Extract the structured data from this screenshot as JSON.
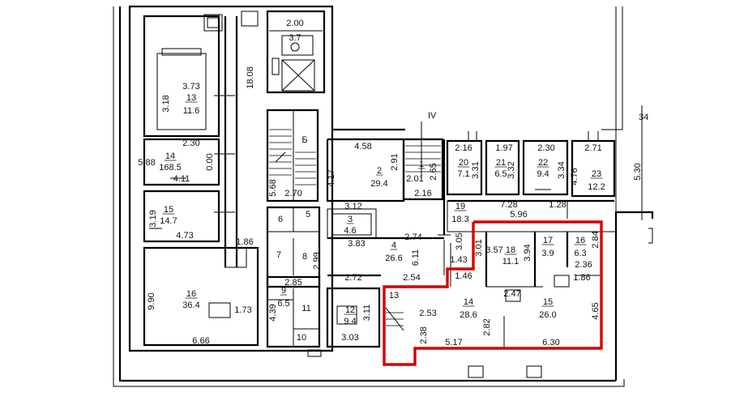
{
  "plan": {
    "axis_label": "34",
    "section_label": "IV",
    "highlight_color": "#d40000",
    "labels": [
      {
        "id": "r14-area-left",
        "t": "168.5"
      },
      {
        "id": "r14-num-left",
        "t": "14"
      },
      {
        "id": "d-588",
        "t": "5.88"
      },
      {
        "id": "d-230a",
        "t": "2.30"
      },
      {
        "id": "d-411",
        "t": "4.11"
      },
      {
        "id": "d-000",
        "t": "0.00"
      },
      {
        "id": "r13-num",
        "t": "13"
      },
      {
        "id": "r13-area",
        "t": "11.6"
      },
      {
        "id": "d-373",
        "t": "3.73"
      },
      {
        "id": "d-318",
        "t": "3.18"
      },
      {
        "id": "d-1808",
        "t": "18.08"
      },
      {
        "id": "d-200",
        "t": "2.00"
      },
      {
        "id": "d-37",
        "t": "3.7"
      },
      {
        "id": "stair-b",
        "t": "Б"
      },
      {
        "id": "d-568",
        "t": "5.68"
      },
      {
        "id": "d-270",
        "t": "2.70"
      },
      {
        "id": "r15-num-left",
        "t": "15"
      },
      {
        "id": "r15-area-left",
        "t": "14.7"
      },
      {
        "id": "d-319",
        "t": "3.19"
      },
      {
        "id": "d-473",
        "t": "4.73"
      },
      {
        "id": "d-186a",
        "t": "1.86"
      },
      {
        "id": "r16-num-left",
        "t": "16"
      },
      {
        "id": "r16-area-left",
        "t": "36.4"
      },
      {
        "id": "d-990",
        "t": "9.90"
      },
      {
        "id": "d-173",
        "t": "1.73"
      },
      {
        "id": "d-666",
        "t": "6.66"
      },
      {
        "id": "r6",
        "t": "6"
      },
      {
        "id": "r5",
        "t": "5"
      },
      {
        "id": "r7",
        "t": "7"
      },
      {
        "id": "r8",
        "t": "8"
      },
      {
        "id": "r3-num",
        "t": "3"
      },
      {
        "id": "r3-area",
        "t": "4.6"
      },
      {
        "id": "d-312",
        "t": "3.12"
      },
      {
        "id": "d-383",
        "t": "3.83"
      },
      {
        "id": "d-299",
        "t": "2.99"
      },
      {
        "id": "d-285",
        "t": "2.85"
      },
      {
        "id": "r9-num",
        "t": "9"
      },
      {
        "id": "r9-area",
        "t": "6.5"
      },
      {
        "id": "d-439",
        "t": "4.39"
      },
      {
        "id": "r11",
        "t": "11"
      },
      {
        "id": "r10",
        "t": "10"
      },
      {
        "id": "d-272",
        "t": "2.72"
      },
      {
        "id": "r12-num",
        "t": "12"
      },
      {
        "id": "r12-area",
        "t": "9.4"
      },
      {
        "id": "d-311",
        "t": "3.11"
      },
      {
        "id": "d-303",
        "t": "3.03"
      },
      {
        "id": "d-458",
        "t": "4.58"
      },
      {
        "id": "d-417",
        "t": "4.17"
      },
      {
        "id": "r2-num",
        "t": "2"
      },
      {
        "id": "r2-area",
        "t": "29.4"
      },
      {
        "id": "d-291",
        "t": "2.91"
      },
      {
        "id": "r1-num",
        "t": "1"
      },
      {
        "id": "d-201",
        "t": "2.01"
      },
      {
        "id": "d-265",
        "t": "2.65"
      },
      {
        "id": "d-216b",
        "t": "2.16"
      },
      {
        "id": "d-274",
        "t": "2.74"
      },
      {
        "id": "r4-num",
        "t": "4"
      },
      {
        "id": "r4-area",
        "t": "26.6"
      },
      {
        "id": "d-611",
        "t": "6.11"
      },
      {
        "id": "d-254",
        "t": "2.54"
      },
      {
        "id": "d-143",
        "t": "1.43"
      },
      {
        "id": "d-216a",
        "t": "2.16"
      },
      {
        "id": "r20-num",
        "t": "20"
      },
      {
        "id": "r20-area",
        "t": "7.1"
      },
      {
        "id": "d-331",
        "t": "3.31"
      },
      {
        "id": "d-197",
        "t": "1.97"
      },
      {
        "id": "r21-num",
        "t": "21"
      },
      {
        "id": "r21-area",
        "t": "6.5"
      },
      {
        "id": "d-332",
        "t": "3.32"
      },
      {
        "id": "d-230b",
        "t": "2.30"
      },
      {
        "id": "r22-num",
        "t": "22"
      },
      {
        "id": "r22-area",
        "t": "9.4"
      },
      {
        "id": "d-334",
        "t": "3.34"
      },
      {
        "id": "d-271",
        "t": "2.71"
      },
      {
        "id": "d-476",
        "t": "4.76"
      },
      {
        "id": "r23-num",
        "t": "23"
      },
      {
        "id": "r23-area",
        "t": "12.2"
      },
      {
        "id": "d-728",
        "t": "7.28"
      },
      {
        "id": "d-128",
        "t": "1.28"
      },
      {
        "id": "r19-num",
        "t": "19"
      },
      {
        "id": "r19-area",
        "t": "18.3"
      },
      {
        "id": "d-596",
        "t": "5.96"
      },
      {
        "id": "d-530",
        "t": "5.30"
      },
      {
        "id": "d-305",
        "t": "3.05"
      },
      {
        "id": "d-301",
        "t": "3.01"
      },
      {
        "id": "d-357",
        "t": "3.57"
      },
      {
        "id": "r18-num",
        "t": "18"
      },
      {
        "id": "r18-area",
        "t": "11.1"
      },
      {
        "id": "d-394",
        "t": "3.94"
      },
      {
        "id": "r17-num",
        "t": "17"
      },
      {
        "id": "r17-area",
        "t": "3.9"
      },
      {
        "id": "r16-num-right",
        "t": "16"
      },
      {
        "id": "r16-area-right",
        "t": "6.3"
      },
      {
        "id": "d-284",
        "t": "2.84"
      },
      {
        "id": "d-236",
        "t": "2.36"
      },
      {
        "id": "d-186b",
        "t": "1.86"
      },
      {
        "id": "d-146",
        "t": "1.46"
      },
      {
        "id": "d-247",
        "t": "2.47"
      },
      {
        "id": "r13-right",
        "t": "13"
      },
      {
        "id": "d-253",
        "t": "2.53"
      },
      {
        "id": "r14-num-right",
        "t": "14"
      },
      {
        "id": "r14-area-right",
        "t": "28.6"
      },
      {
        "id": "r15-num-right",
        "t": "15"
      },
      {
        "id": "r15-area-right",
        "t": "26.0"
      },
      {
        "id": "d-465",
        "t": "4.65"
      },
      {
        "id": "d-238",
        "t": "2.38"
      },
      {
        "id": "d-282",
        "t": "2.82"
      },
      {
        "id": "d-517",
        "t": "5.17"
      },
      {
        "id": "d-630",
        "t": "6.30"
      }
    ]
  }
}
